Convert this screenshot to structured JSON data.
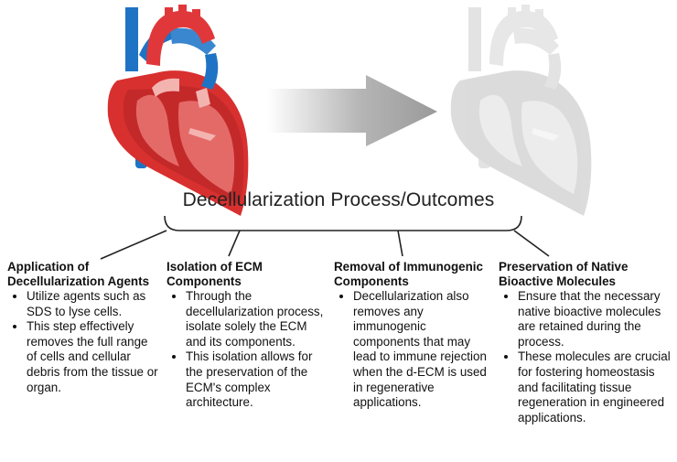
{
  "title": "Decellularization Process/Outcomes",
  "columns": [
    {
      "heading": "Application of Decellularization Agents",
      "bullets": [
        "Utilize agents such as SDS to lyse cells.",
        "This step effectively removes the full range of cells and cellular debris from the tissue or organ."
      ]
    },
    {
      "heading": "Isolation of ECM Components",
      "bullets": [
        "Through the decellularization process, isolate solely the ECM and its components.",
        "This isolation allows for the preservation of the ECM's complex architecture."
      ]
    },
    {
      "heading": "Removal of Immunogenic Components",
      "bullets": [
        "Decellularization also removes any immunogenic components that may lead to immune rejection when the d-ECM is used in regenerative applications."
      ]
    },
    {
      "heading": "Preservation of Native Bioactive Molecules",
      "bullets": [
        "Ensure that the necessary native bioactive molecules are retained during the process.",
        "These molecules are crucial for fostering homeostasis and facilitating tissue regeneration in engineered applications."
      ]
    }
  ],
  "icons": {
    "left": "heart-icon",
    "middle": "arrow-right-icon",
    "right": "decellularized-heart-icon"
  },
  "colors": {
    "heart_red": "#d8302f",
    "vessel_blue": "#1f73c4",
    "ghost_gray": "#dedede",
    "arrow_gray": "#9e9e9e"
  }
}
